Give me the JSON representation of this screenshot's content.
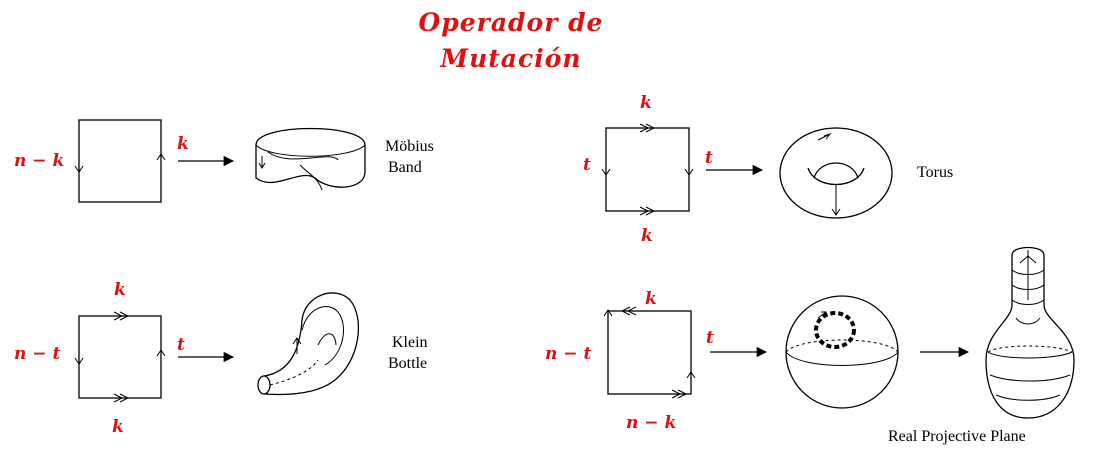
{
  "title": {
    "line1": "Operador de",
    "line2": "Mutación"
  },
  "mobius": {
    "left_label": "n − k",
    "arrow_label": "k",
    "name_line1": "Möbius",
    "name_line2": "Band"
  },
  "torus": {
    "top_label": "k",
    "left_label": "t",
    "arrow_label": "t",
    "bottom_label": "k",
    "name": "Torus"
  },
  "klein": {
    "top_label": "k",
    "left_label": "n − t",
    "arrow_label": "t",
    "bottom_label": "k",
    "name_line1": "Klein",
    "name_line2": "Bottle"
  },
  "projective": {
    "top_label": "k",
    "left_label": "n − t",
    "arrow_label": "t",
    "bottom_label": "n − k",
    "name": "Real Projective Plane"
  },
  "colors": {
    "label": "#e01010",
    "lines": "#000000"
  }
}
